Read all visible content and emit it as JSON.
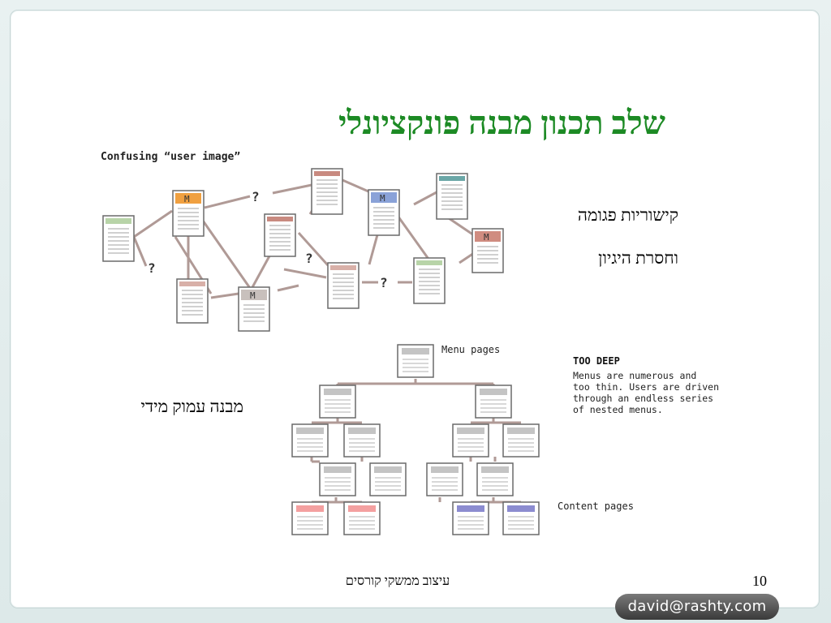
{
  "slide": {
    "title": "שלב תכנון מבנה פונקציונלי",
    "text_links": "קישוריות פגומה",
    "text_logic": "וחסרת היגיון",
    "text_deep": "מבנה עמוק מידי",
    "footer_course": "עיצוב ממשקי קורסים",
    "page_number": "10",
    "email": "david@rashty.com"
  },
  "figure_confusing": {
    "caption": "Confusing “user image”",
    "node_label": "M",
    "question": "?"
  },
  "figure_deep": {
    "menu_label": "Menu pages",
    "content_label": "Content pages",
    "heading": "TOO DEEP",
    "desc_lines": [
      "Menus are numerous and",
      "too thin. Users are driven",
      "through an endless series",
      "of nested menus."
    ]
  },
  "colors": {
    "title_green": "#1c8a24",
    "orange": "#f0a040",
    "blue": "#8aa2d8",
    "pink": "#f4a0a0",
    "purple": "#8c8cd0",
    "connector": "#b09a96"
  }
}
